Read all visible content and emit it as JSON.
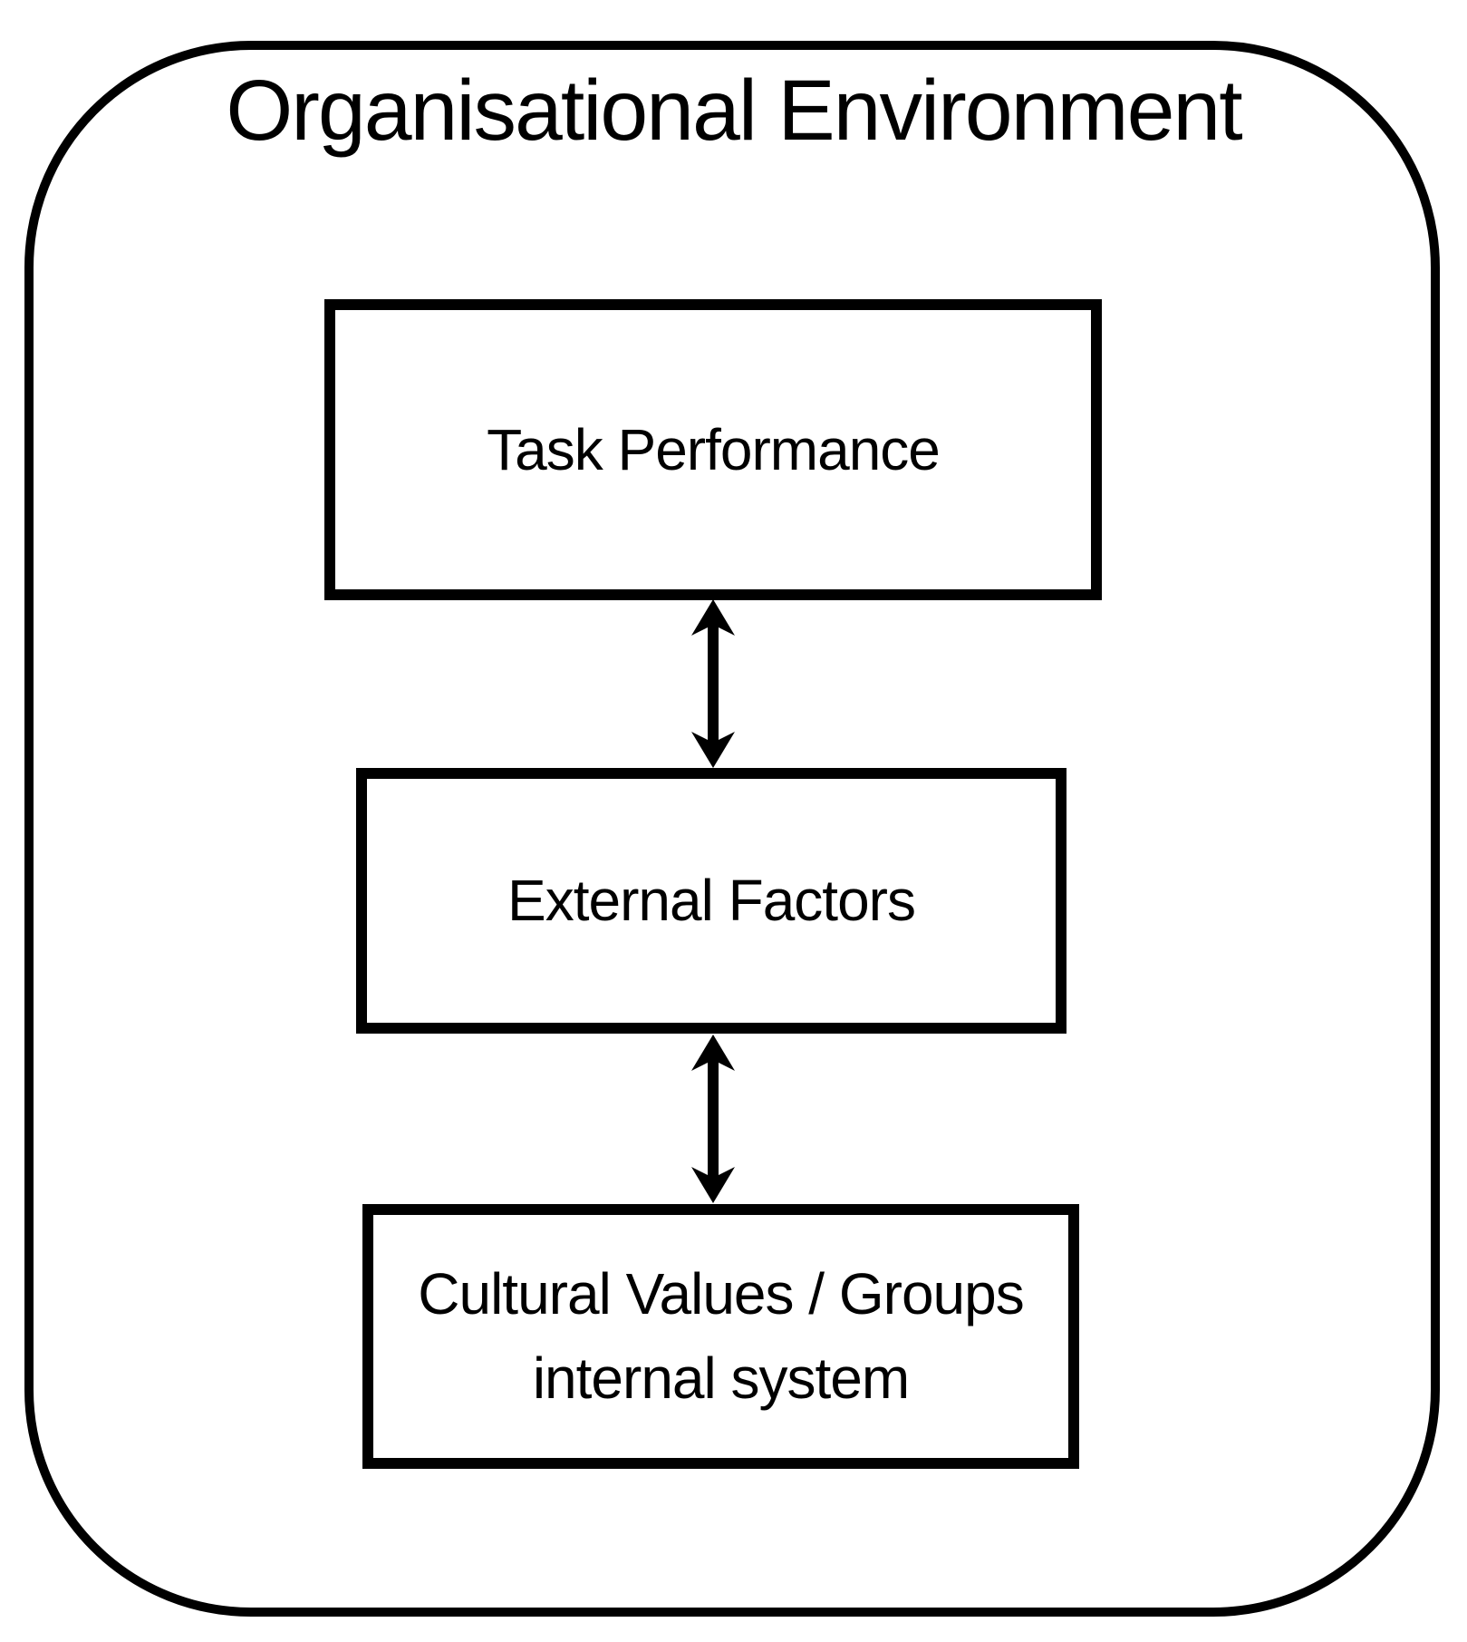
{
  "diagram": {
    "title": "Organisational Environment",
    "colors": {
      "stroke": "#000000",
      "background": "#ffffff"
    },
    "boxes": [
      {
        "label": "Task Performance"
      },
      {
        "label": "External Factors"
      },
      {
        "lines": [
          "Cultural Values / Groups",
          "internal system"
        ]
      }
    ],
    "connectors": [
      {
        "from": "Task Performance",
        "to": "External Factors",
        "bidirectional": true
      },
      {
        "from": "External Factors",
        "to": "Cultural Values / Groups internal system",
        "bidirectional": true
      }
    ]
  }
}
